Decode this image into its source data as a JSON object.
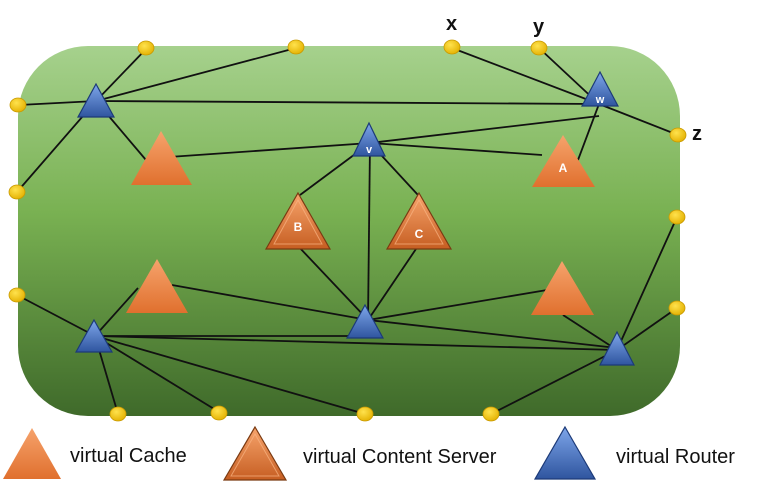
{
  "colors": {
    "area_top": "#a6d18d",
    "area_bottom": "#3f6a2a",
    "router": "#4a74c4",
    "cache": "#ee8444",
    "content_server": "#e0783a",
    "endpoint": "#f2c200",
    "link": "#111111"
  },
  "labels": {
    "x": "x",
    "y": "y",
    "z": "z",
    "v": "v",
    "w": "w",
    "a": "A",
    "b": "B",
    "c": "C"
  },
  "legend": {
    "cache": "virtual Cache",
    "content_server": "virtual Content Server",
    "router": "virtual Router"
  }
}
